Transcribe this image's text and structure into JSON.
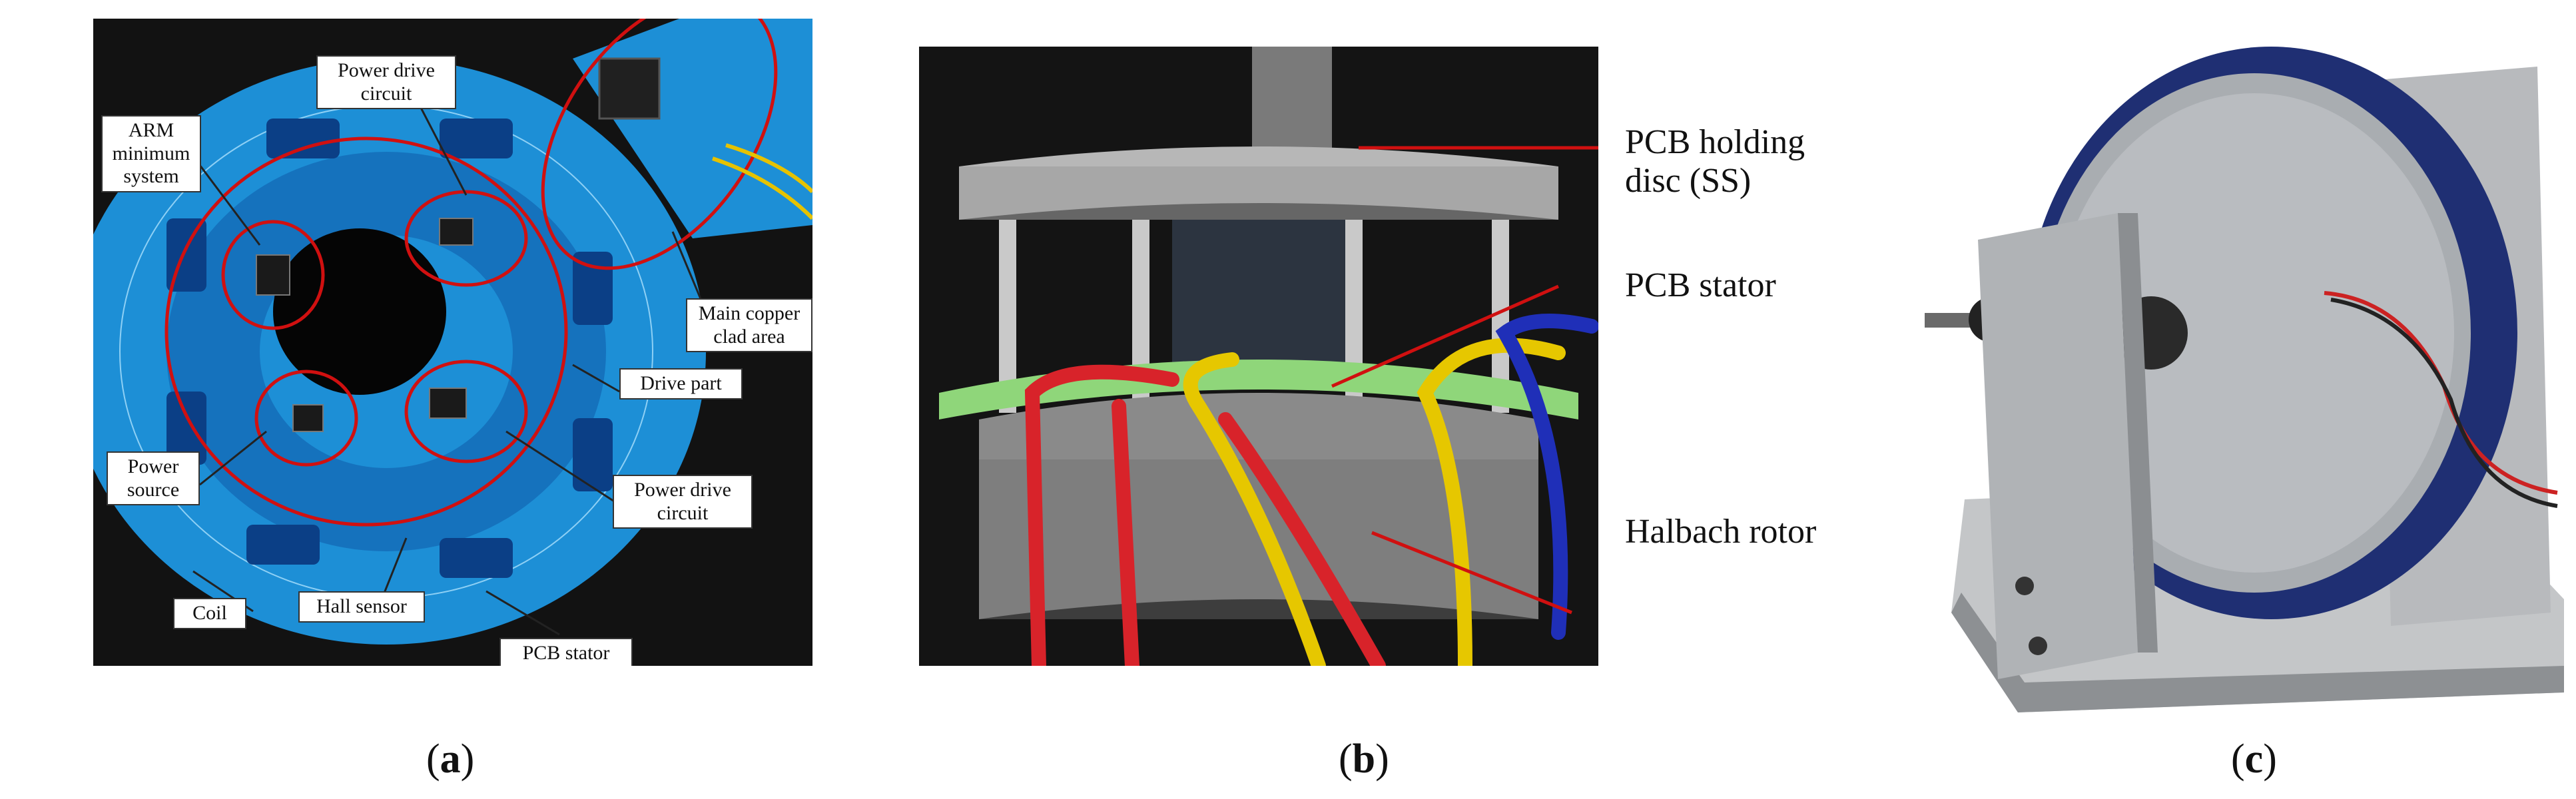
{
  "figure": {
    "panels": [
      {
        "id": "a",
        "caption_letter": "a",
        "labels": {
          "arm": "ARM\nminimum\nsystem",
          "power_drive_top": "Power drive\ncircuit",
          "main_copper": "Main copper\nclad area",
          "drive_part": "Drive part",
          "power_source": "Power\nsource",
          "power_drive_bottom": "Power drive\ncircuit",
          "coil": "Coil",
          "hall_sensor": "Hall sensor",
          "pcb_stator": "PCB stator"
        }
      },
      {
        "id": "b",
        "caption_letter": "b",
        "labels": {
          "holding_disc": "PCB holding\ndisc (SS)",
          "pcb_stator": "PCB stator",
          "halbach_rotor": "Halbach rotor"
        }
      },
      {
        "id": "c",
        "caption_letter": "c"
      }
    ]
  },
  "colors": {
    "pcb_blue": "#1d8fd6",
    "pcb_dark": "#0b3f86",
    "annotation_red": "#d01010",
    "green_stator": "#8fd67a",
    "navy_ring": "#1f2f73"
  }
}
